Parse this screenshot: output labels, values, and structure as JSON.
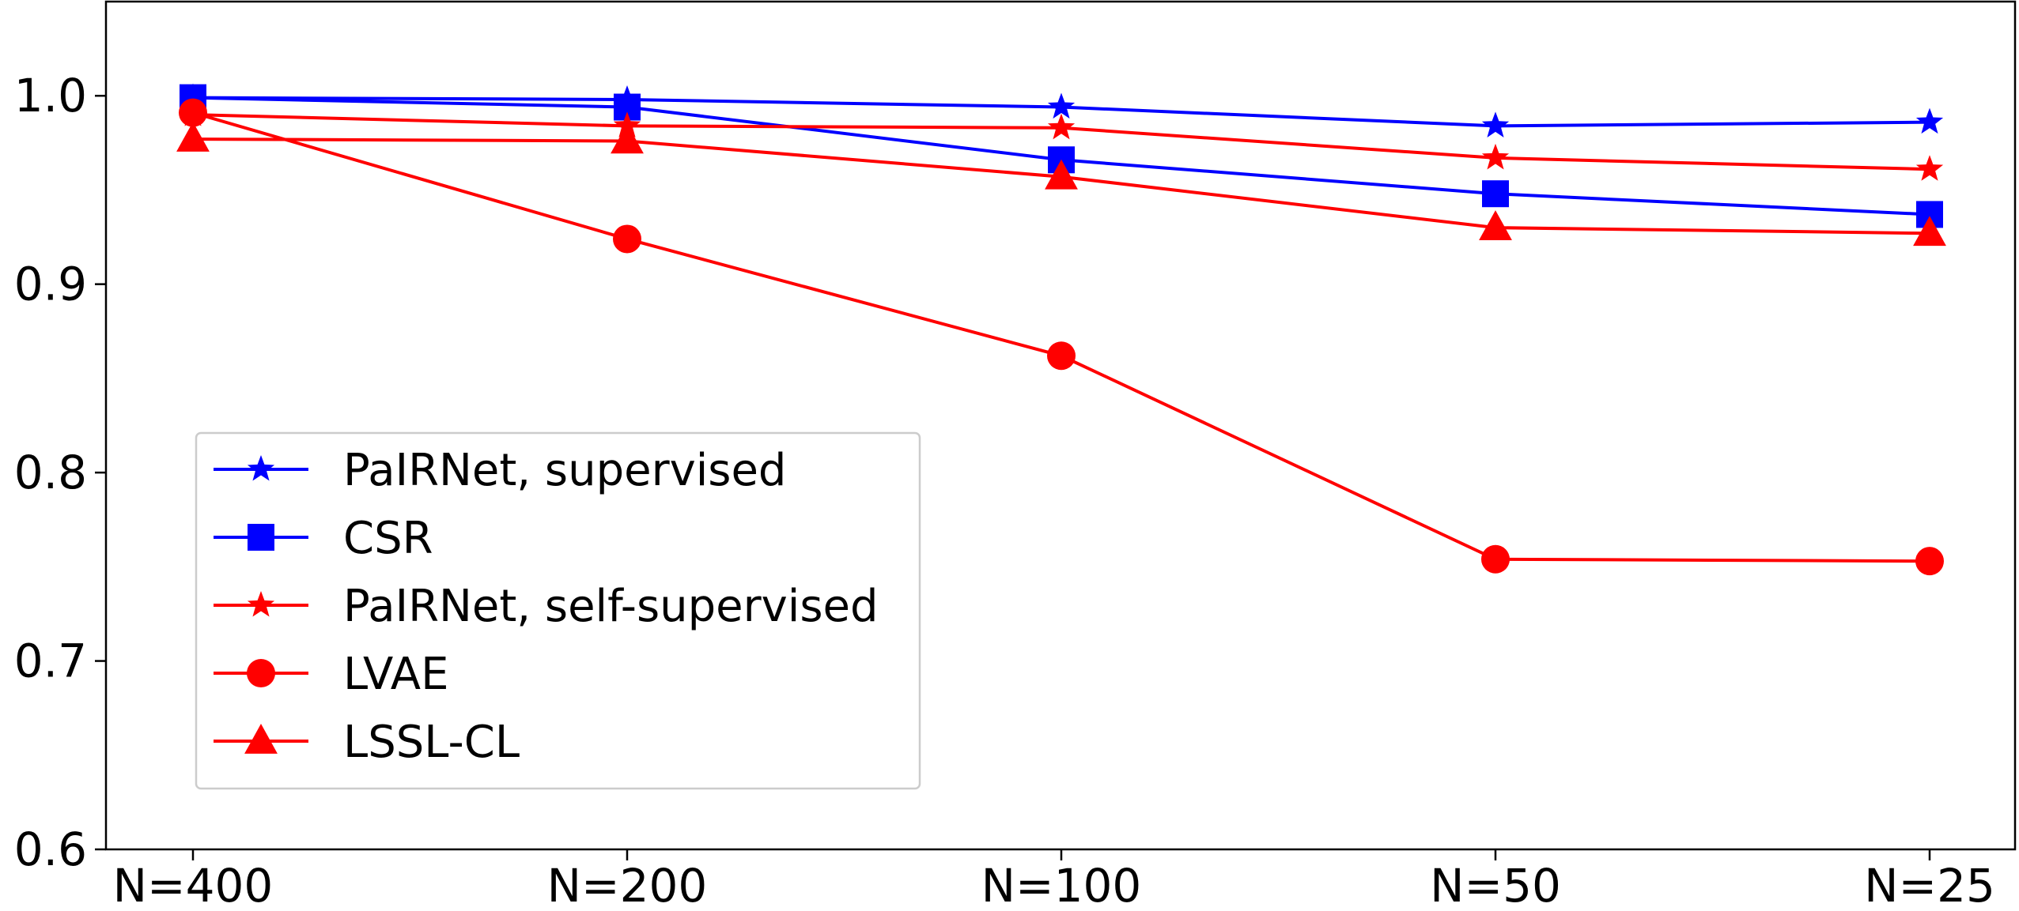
{
  "chart_data": {
    "type": "line",
    "title": "",
    "xlabel": "",
    "ylabel": "",
    "categories": [
      "N=400",
      "N=200",
      "N=100",
      "N=50",
      "N=25"
    ],
    "ylim": [
      0.6,
      1.05
    ],
    "yticks": [
      0.6,
      0.7,
      0.8,
      0.9,
      1.0
    ],
    "grid": false,
    "legend_position": "lower-left",
    "series": [
      {
        "name": "PaIRNet, supervised",
        "color": "#0000ff",
        "marker": "star",
        "values": [
          0.999,
          0.998,
          0.994,
          0.984,
          0.986
        ]
      },
      {
        "name": "CSR",
        "color": "#0000ff",
        "marker": "square",
        "values": [
          0.999,
          0.994,
          0.966,
          0.948,
          0.937
        ]
      },
      {
        "name": "PaIRNet, self-supervised",
        "color": "#ff0000",
        "marker": "star",
        "values": [
          0.99,
          0.984,
          0.983,
          0.967,
          0.961
        ]
      },
      {
        "name": "LVAE",
        "color": "#ff0000",
        "marker": "circle",
        "values": [
          0.991,
          0.924,
          0.862,
          0.754,
          0.753
        ]
      },
      {
        "name": "LSSL-CL",
        "color": "#ff0000",
        "marker": "triangle",
        "values": [
          0.977,
          0.976,
          0.957,
          0.93,
          0.927
        ]
      }
    ]
  }
}
